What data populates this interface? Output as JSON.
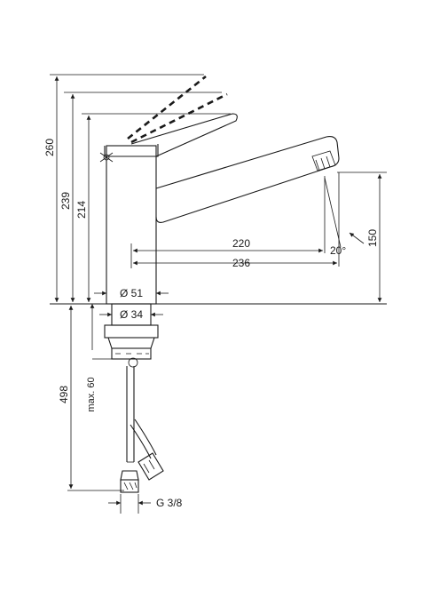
{
  "dimensions": {
    "height_260": "260",
    "height_239": "239",
    "height_214": "214",
    "spout_reach_220": "220",
    "spout_reach_236": "236",
    "spout_angle": "20°",
    "spout_height_150": "150",
    "body_diameter": "Ø 51",
    "mount_diameter": "Ø 34",
    "hose_length": "498",
    "max_thickness": "max. 60",
    "connection_thread": "G 3/8"
  }
}
